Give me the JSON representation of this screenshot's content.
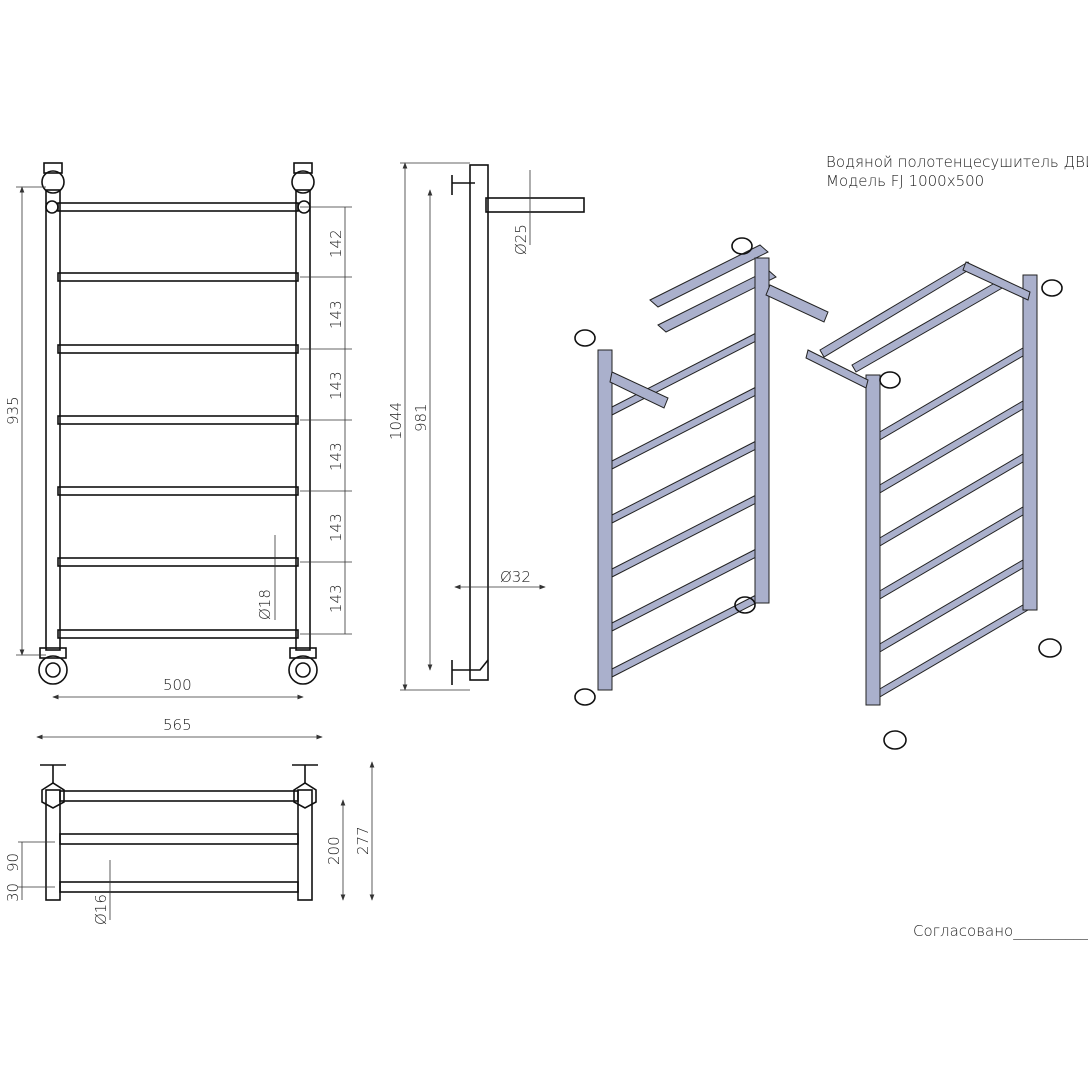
{
  "title": {
    "line1": "Водяной полотенцесушитель ДВИН",
    "line2": "Модель FJ 1000x500"
  },
  "approval": "Согласовано__________",
  "front_view": {
    "height": "935",
    "width": "500",
    "spacings": [
      "142",
      "143",
      "143",
      "143",
      "143",
      "143"
    ],
    "bar_diameter": "Ø18"
  },
  "side_view": {
    "total_height": "1044",
    "inner_height": "981",
    "shelf_diameter": "Ø25",
    "pipe_diameter": "Ø32"
  },
  "top_view": {
    "overall_width": "565",
    "depth_total": "277",
    "depth_shelf": "200",
    "spacing_a": "90",
    "spacing_b": "30",
    "bar_diameter": "Ø16"
  },
  "colors": {
    "pipe": "#aab0cc",
    "line": "#111111"
  }
}
